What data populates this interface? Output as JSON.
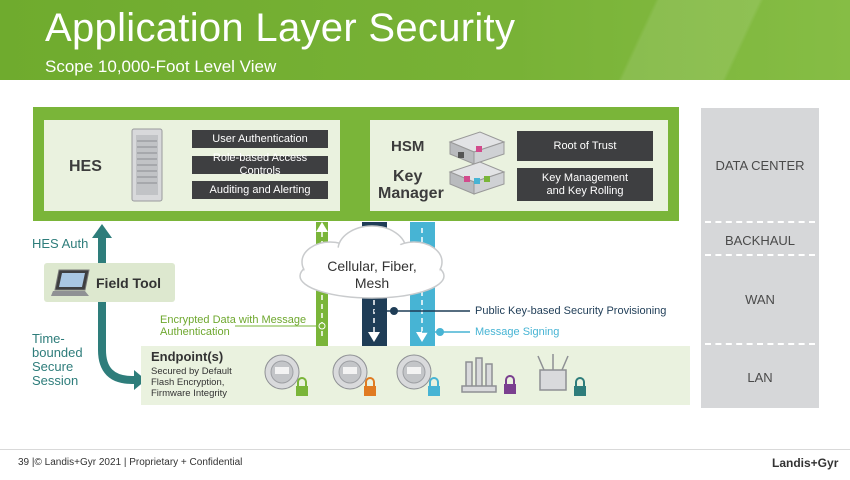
{
  "header": {
    "title": "Application Layer Security",
    "subtitle": "Scope 10,000-Foot Level View"
  },
  "hes": {
    "label": "HES",
    "items": [
      "User Authentication",
      "Role-based Access Controls",
      "Auditing and Alerting"
    ]
  },
  "hsm": {
    "label_line1": "HSM",
    "label_line2": "Key",
    "label_line3": "Manager",
    "items": [
      "Root of Trust",
      "Key Management\nand Key Rolling"
    ]
  },
  "zones": [
    "DATA CENTER",
    "BACKHAUL",
    "WAN",
    "LAN"
  ],
  "network": {
    "cloud_label": "Cellular, Fiber,\nMesh",
    "hes_auth": "HES Auth",
    "field_tool": "Field Tool",
    "time_bounded": "Time-\nbounded\nSecure\nSession",
    "encrypted_data": "Encrypted Data with Message\nAuthentication",
    "pki": "Public Key-based Security Provisioning",
    "message_signing": "Message Signing"
  },
  "endpoint": {
    "title": "Endpoint(s)",
    "desc": "Secured by Default\nFlash Encryption,\nFirmware Integrity"
  },
  "colors": {
    "brand_green": "#7ab539",
    "dark_blue": "#1f3d57",
    "light_blue": "#47b4d4",
    "teal": "#2e7d7b"
  },
  "footer": {
    "text": "39  |© Landis+Gyr 2021 | Proprietary + Confidential",
    "logo": "Landis+Gyr"
  }
}
